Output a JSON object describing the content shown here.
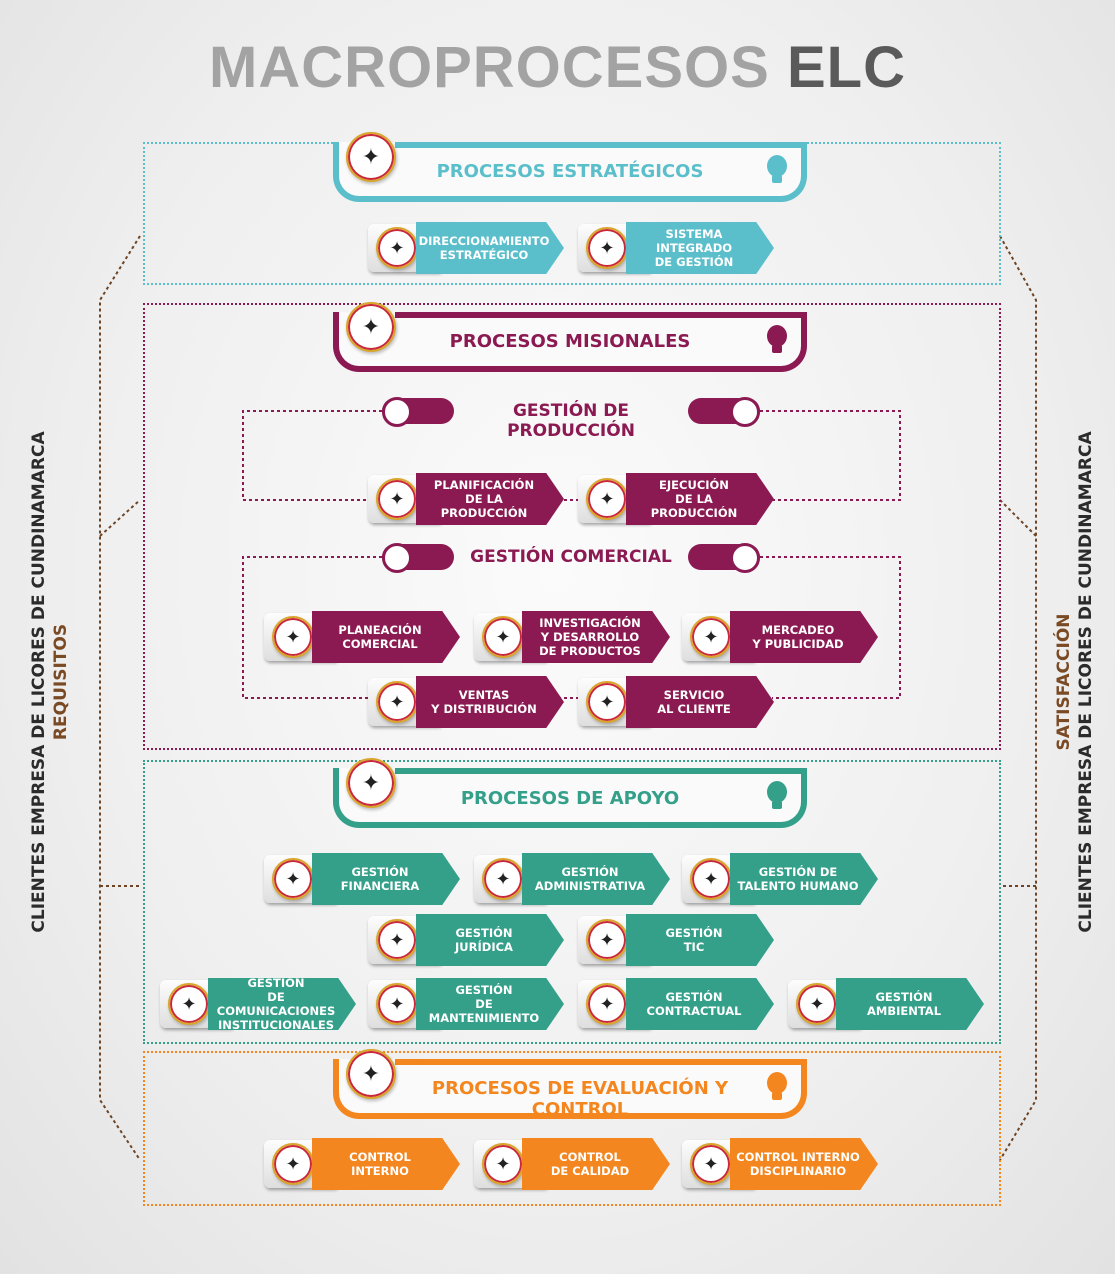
{
  "title": {
    "part1": "MACROPROCESOS",
    "part2": "ELC"
  },
  "side_left": {
    "line1": "CLIENTES EMPRESA DE LICORES DE CUNDINAMARCA",
    "line2": "REQUISITOS"
  },
  "side_right": {
    "line1": "SATISFACCIÓN",
    "line2": "CLIENTES EMPRESA DE LICORES DE CUNDINAMARCA"
  },
  "colors": {
    "teal": "#5bbfcb",
    "maroon": "#8b1a52",
    "green": "#34a08a",
    "orange": "#f4861f",
    "brown": "#6e4424"
  },
  "icons": {
    "seal": "company-seal-icon",
    "bulb": "lightbulb-icon"
  },
  "estrategicos": {
    "label": "PROCESOS ESTRATÉGICOS",
    "items": [
      "DIRECCIONAMIENTO\nESTRATÉGICO",
      "SISTEMA INTEGRADO\nDE GESTIÓN"
    ]
  },
  "misionales": {
    "label": "PROCESOS MISIONALES",
    "produccion": {
      "label": "GESTIÓN DE PRODUCCIÓN",
      "items": [
        "PLANIFICACIÓN\nDE LA PRODUCCIÓN",
        "EJECUCIÓN\nDE LA PRODUCCIÓN"
      ]
    },
    "comercial": {
      "label": "GESTIÓN COMERCIAL",
      "items": [
        "PLANEACIÓN\nCOMERCIAL",
        "INVESTIGACIÓN\nY DESARROLLO\nDE PRODUCTOS",
        "MERCADEO\nY PUBLICIDAD",
        "VENTAS\nY DISTRIBUCIÓN",
        "SERVICIO\nAL CLIENTE"
      ]
    }
  },
  "apoyo": {
    "label": "PROCESOS DE APOYO",
    "items": [
      "GESTIÓN\nFINANCIERA",
      "GESTIÓN\nADMINISTRATIVA",
      "GESTIÓN DE\nTALENTO HUMANO",
      "GESTIÓN\nJURÍDICA",
      "GESTIÓN\nTIC",
      "GESTIÓN\nDE COMUNICACIONES\nINSTITUCIONALES",
      "GESTIÓN\nDE MANTENIMIENTO",
      "GESTIÓN\nCONTRACTUAL",
      "GESTIÓN\nAMBIENTAL"
    ]
  },
  "evaluacion": {
    "label": "PROCESOS DE EVALUACIÓN Y CONTROL",
    "items": [
      "CONTROL\nINTERNO",
      "CONTROL\nDE CALIDAD",
      "CONTROL INTERNO\nDISCIPLINARIO"
    ]
  }
}
